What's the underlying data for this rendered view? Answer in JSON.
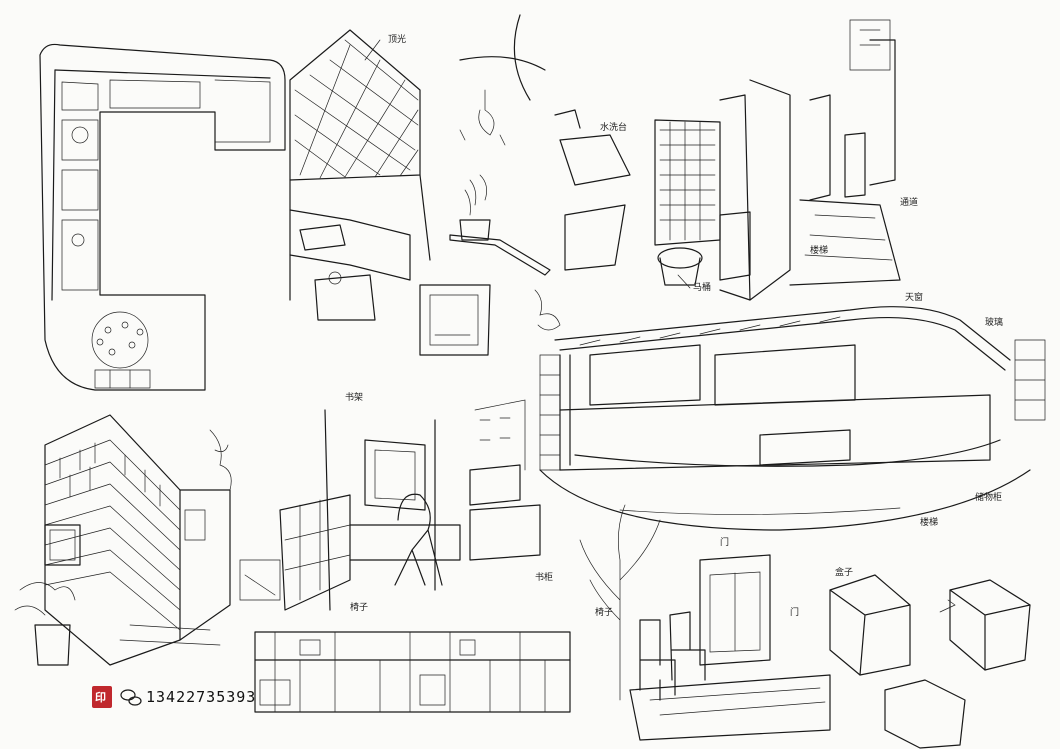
{
  "signature": {
    "phone": "13422735393",
    "seal_color": "#c0282d",
    "wechat_icon": "wechat-icon"
  },
  "sketches": [
    {
      "id": "floor-plan",
      "labels": []
    },
    {
      "id": "living-room-perspective",
      "labels": [
        "顶光"
      ]
    },
    {
      "id": "bathroom-perspective",
      "labels": [
        "水洗台",
        "马桶"
      ]
    },
    {
      "id": "corridor-perspective",
      "labels": [
        "通道",
        "楼梯"
      ]
    },
    {
      "id": "long-section-perspective",
      "labels": [
        "天窗",
        "玻璃",
        "储物柜",
        "楼梯"
      ]
    },
    {
      "id": "brick-courtyard",
      "labels": []
    },
    {
      "id": "study-perspective",
      "labels": [
        "书架",
        "椅子",
        "书柜"
      ]
    },
    {
      "id": "patio-chairs",
      "labels": [
        "椅子",
        "门"
      ]
    },
    {
      "id": "elevation-strip",
      "labels": []
    },
    {
      "id": "box-studies",
      "labels": [
        "盒子"
      ]
    }
  ]
}
